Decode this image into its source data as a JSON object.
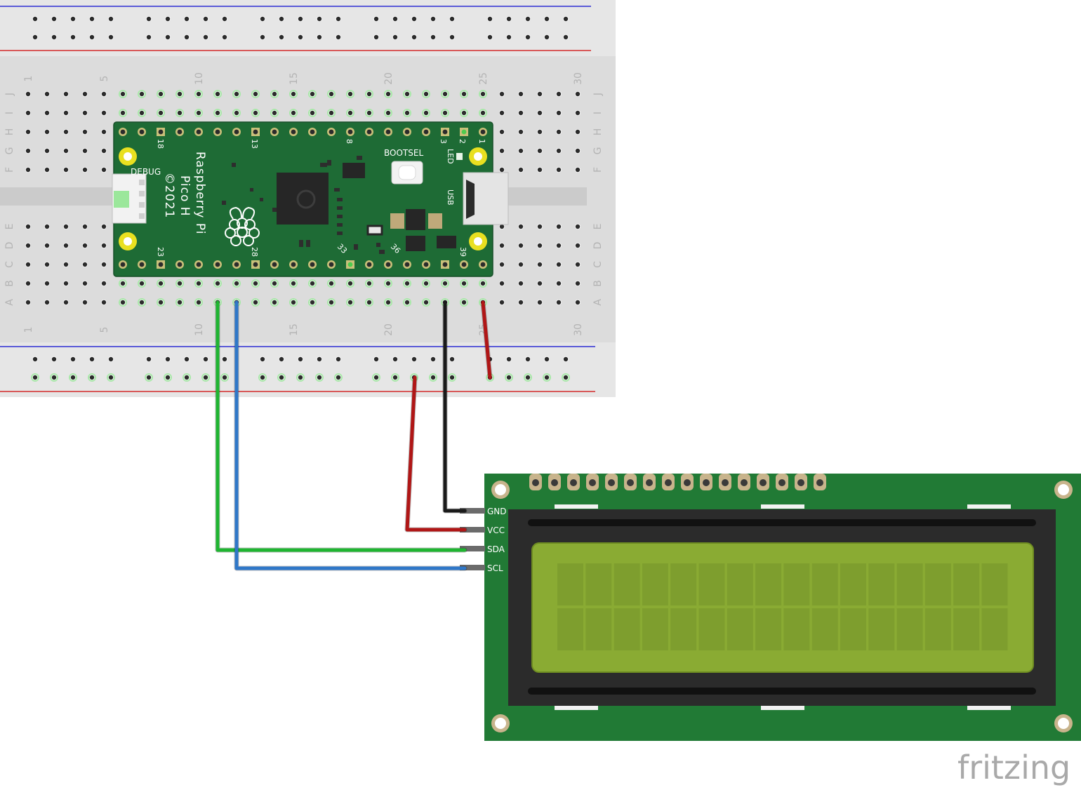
{
  "breadboard": {
    "column_numbers": [
      "1",
      "5",
      "10",
      "15",
      "20",
      "25",
      "30"
    ],
    "row_letters_top": [
      "J",
      "I",
      "H",
      "G",
      "F"
    ],
    "row_letters_bottom": [
      "E",
      "D",
      "C",
      "B",
      "A"
    ]
  },
  "pico": {
    "name_line1": "Raspberry Pi",
    "name_line2": "Pico H",
    "name_line3": "©2021",
    "debug_label": "DEBUG",
    "bootsel_label": "BOOTSEL",
    "led_label": "LED",
    "usb_label": "USB",
    "pin_labels_top": [
      "18",
      "13",
      "8",
      "3",
      "2",
      "1"
    ],
    "pin_labels_bottom": [
      "23",
      "28",
      "33",
      "36",
      "39"
    ]
  },
  "lcd": {
    "pins": [
      "GND",
      "VCC",
      "SDA",
      "SCL"
    ],
    "rows": 2,
    "columns": 16
  },
  "wires": [
    {
      "name": "sda-wire",
      "color": "#1fb531"
    },
    {
      "name": "scl-wire",
      "color": "#2f77c8"
    },
    {
      "name": "gnd-wire",
      "color": "#1a1a1a"
    },
    {
      "name": "power-wire",
      "color": "#b01616"
    },
    {
      "name": "vcc-wire",
      "color": "#b01616"
    }
  ],
  "watermark": "fritzing",
  "colors": {
    "pcb_green": "#1e6b35",
    "lcd_board_green": "#217a35",
    "lcd_screen": "#8aab33",
    "rail_red": "#d42a2a",
    "rail_blue": "#2b2bd4"
  }
}
